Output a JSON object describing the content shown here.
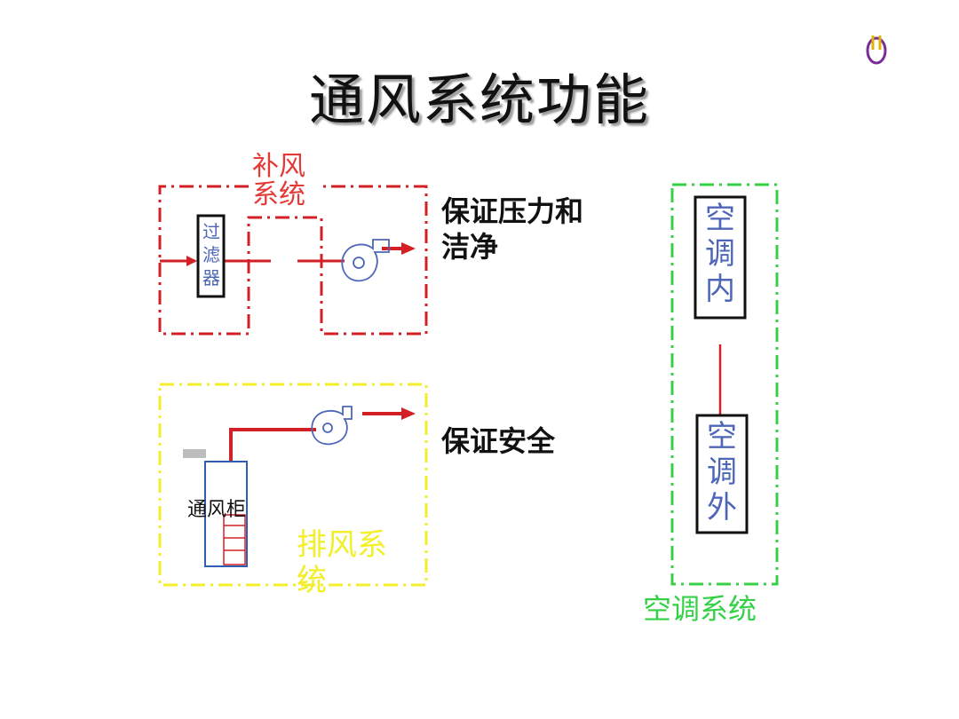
{
  "title": "通风系统功能",
  "makeup_air": {
    "label": "补风系统",
    "line1": "补风",
    "line2": "系统",
    "filter": [
      "过",
      "滤",
      "器"
    ],
    "purpose_line1": "保证压力和",
    "purpose_line2": "洁净"
  },
  "exhaust": {
    "label_line1": "排风系",
    "label_line2": "统",
    "hood": "通风柜",
    "purpose": "保证安全"
  },
  "ac_system": {
    "label": "空调系统",
    "indoor": [
      "空",
      "调",
      "内"
    ],
    "outdoor": [
      "空",
      "调",
      "外"
    ]
  },
  "colors": {
    "makeup": "#d32027",
    "exhaust": "#f2ef2a",
    "ac": "#34d045",
    "text_blue": "#4d66b8",
    "hood_outline": "#2f5fb0"
  },
  "icons": [
    "fan-icon",
    "arrow-icon",
    "filter-box",
    "fume-hood",
    "corner-logo-icon"
  ]
}
